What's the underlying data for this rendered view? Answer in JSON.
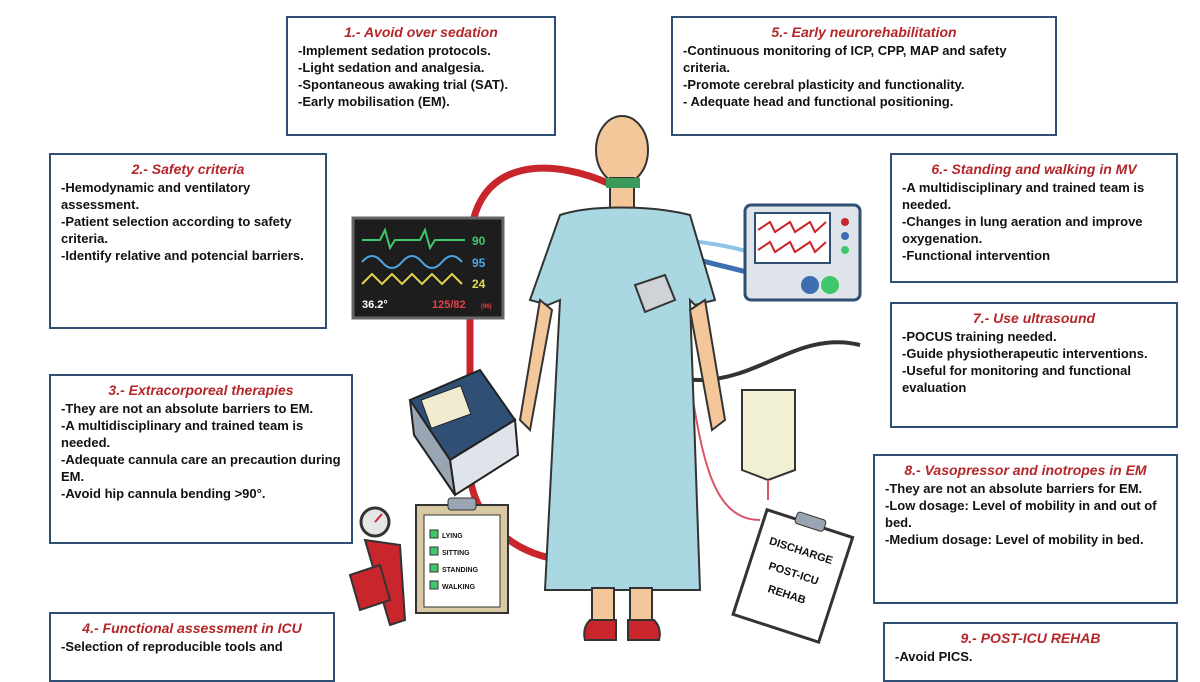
{
  "boxes": {
    "b1": {
      "title": "1.- Avoid over sedation",
      "lines": [
        "-Implement sedation protocols.",
        "-Light sedation and analgesia.",
        "-Spontaneous awaking trial (SAT).",
        "-Early mobilisation (EM)."
      ]
    },
    "b2": {
      "title": "2.- Safety criteria",
      "lines": [
        "-Hemodynamic and ventilatory assessment.",
        "-Patient selection  according to safety criteria.",
        "-Identify  relative and potencial barriers."
      ]
    },
    "b3": {
      "title": "3.- Extracorporeal therapies",
      "lines": [
        "-They are not an absolute barriers to EM.",
        "-A multidisciplinary and trained team is needed.",
        "-Adequate cannula care an precaution during EM.",
        "-Avoid  hip cannula  bending >90°."
      ]
    },
    "b4": {
      "title": "4.- Functional assessment in ICU",
      "lines": [
        "-Selection of reproducible tools and"
      ]
    },
    "b5": {
      "title": "5.- Early neurorehabilitation",
      "lines": [
        "-Continuous monitoring of ICP, CPP, MAP and safety criteria.",
        "-Promote cerebral plasticity and functionality.",
        "- Adequate head and functional positioning."
      ]
    },
    "b6": {
      "title": "6.- Standing and walking in MV",
      "lines": [
        "-A multidisciplinary and trained team is needed.",
        "-Changes in lung aeration and improve oxygenation.",
        "-Functional intervention"
      ]
    },
    "b7": {
      "title": "7.- Use ultrasound",
      "lines": [
        "-POCUS training needed.",
        "-Guide physiotherapeutic interventions.",
        "-Useful for monitoring and functional evaluation"
      ]
    },
    "b8": {
      "title": "8.- Vasopressor and inotropes in EM",
      "lines": [
        "-They are not an absolute barriers for EM.",
        "-Low dosage: Level of mobility in and out of bed.",
        "-Medium dosage: Level of mobility in bed."
      ]
    },
    "b9": {
      "title": "9.- POST-ICU REHAB",
      "lines": [
        "-Avoid PICS."
      ]
    }
  },
  "monitor": {
    "hr": "90",
    "spo2": "95",
    "rr": "24",
    "temp": "36.2°",
    "bp": "125/82",
    "map": "(96)"
  },
  "clipboard": {
    "items": [
      "LYING",
      "SITTING",
      "STANDING",
      "WALKING"
    ]
  },
  "discharge": {
    "lines": [
      "DISCHARGE",
      "POST-ICU",
      "REHAB"
    ]
  },
  "colors": {
    "border": "#2f4f74",
    "title": "#b3262a",
    "gown": "#a9d8e3",
    "skin": "#f3c79a"
  }
}
